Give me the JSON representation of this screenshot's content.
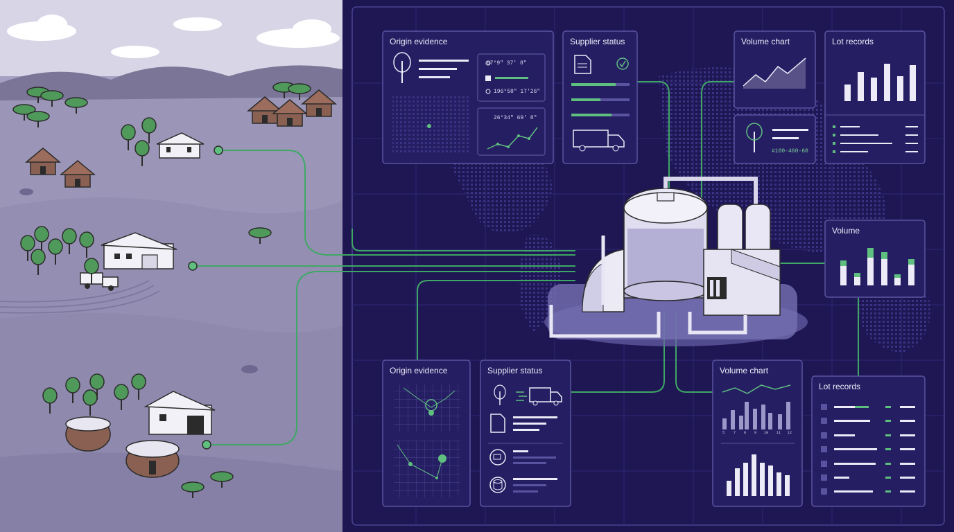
{
  "colors": {
    "background": "#1d1650",
    "panel": "#261e63",
    "panel_border": "#5a54a0",
    "accent_green": "#5fbf7f",
    "landscape": "#8f88ae",
    "text_light": "#ecebf7"
  },
  "panels": {
    "origin_evidence_top": {
      "title": "Origin evidence",
      "coord_1": "67°9\" 37' 8\"",
      "coord_2": "196°58\" 17'26\"",
      "coord_3": "26°34\" 69' 8\""
    },
    "supplier_status_top": {
      "title": "Supplier status"
    },
    "volume_chart_top": {
      "title": "Volume chart"
    },
    "lot_records_top": {
      "title": "Lot records"
    },
    "lot_id_card": {
      "lot_id": "#100-460-60"
    },
    "volume_right": {
      "title": "Volume"
    },
    "origin_evidence_bottom": {
      "title": "Origin evidence"
    },
    "supplier_status_bottom": {
      "title": "Supplier status"
    },
    "volume_chart_bottom": {
      "title": "Volume chart",
      "axis_labels": [
        "5",
        "7",
        "8",
        "9",
        "10",
        "11",
        "12"
      ]
    },
    "lot_records_bottom": {
      "title": "Lot records"
    }
  },
  "icons": [
    "tree-icon",
    "location-pin-icon",
    "document-icon",
    "check-circle-icon",
    "truck-icon",
    "database-icon",
    "world-map-icon",
    "factory-icon",
    "hut-icon",
    "barn-icon"
  ]
}
